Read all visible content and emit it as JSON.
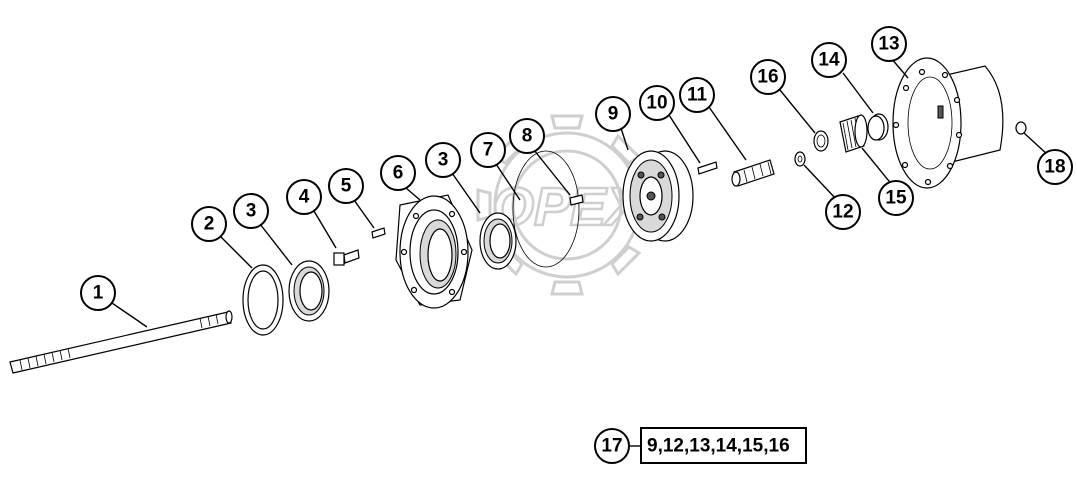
{
  "watermark": "OPEX",
  "callouts": [
    "1",
    "2",
    "3",
    "4",
    "5",
    "6",
    "3",
    "7",
    "8",
    "9",
    "10",
    "11",
    "12",
    "13",
    "14",
    "15",
    "16",
    "18"
  ],
  "kit": {
    "number": "17",
    "contents": "9,12,13,14,15,16"
  }
}
